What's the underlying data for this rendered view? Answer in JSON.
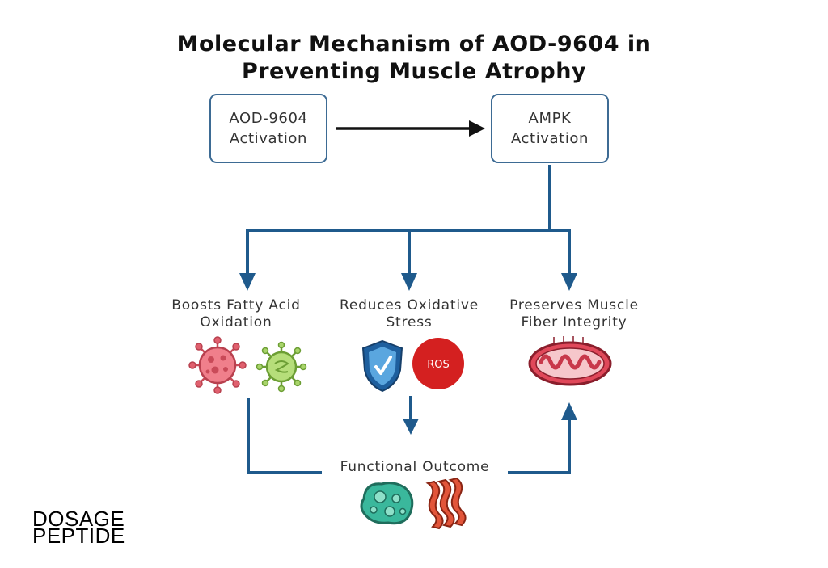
{
  "title": {
    "line1": "Molecular Mechanism of AOD-9604 in",
    "line2": "Preventing Muscle Atrophy"
  },
  "nodes": {
    "aod": {
      "line1": "AOD-9604",
      "line2": "Activation"
    },
    "ampk": {
      "line1": "AMPK",
      "line2": "Activation"
    }
  },
  "branches": {
    "fatty_acid": {
      "line1": "Boosts Fatty Acid",
      "line2": "Oxidation"
    },
    "oxidative": {
      "line1": "Reduces Oxidative",
      "line2": "Stress"
    },
    "muscle_fiber": {
      "line1": "Preserves Muscle",
      "line2": "Fiber Integrity"
    }
  },
  "ros_label": "ROS",
  "outcome": "Functional Outcome",
  "brand": {
    "line1": "DOSAGE",
    "line2": "PEPTIDE"
  },
  "colors": {
    "arrow_blue": "#1f5a8c",
    "box_border": "#3d6b94",
    "ros_red": "#d42020",
    "virus_red": "#e0606e",
    "virus_green": "#8cc04a",
    "shield_blue": "#2e7fc2",
    "mito_red": "#c8384a",
    "cell_teal": "#3ab89c",
    "fiber_orange": "#e2553a"
  },
  "icons": [
    "virus-red-icon",
    "virus-green-icon",
    "shield-icon",
    "ros-badge-icon",
    "mitochondria-icon",
    "cell-icon",
    "muscle-fiber-icon"
  ]
}
